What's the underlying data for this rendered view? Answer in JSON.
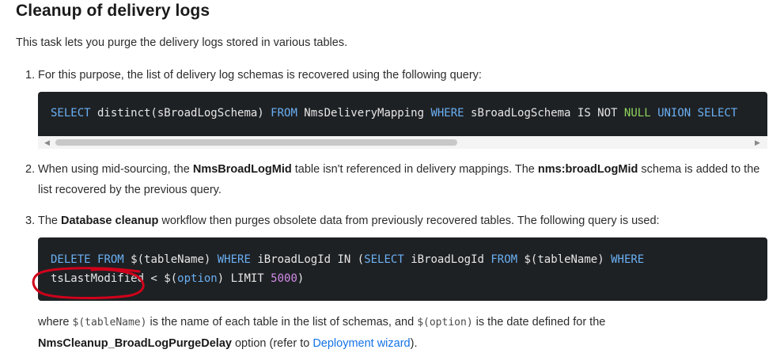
{
  "title": "Cleanup of delivery logs",
  "intro": "This task lets you purge the delivery logs stored in various tables.",
  "steps": [
    {
      "num": "1.",
      "text": "For this purpose, the list of delivery log schemas is recovered using the following query:"
    },
    {
      "num": "2.",
      "text_a": "When using mid-sourcing, the ",
      "bold_a": "NmsBroadLogMid",
      "text_b": " table isn't referenced in delivery mappings. The ",
      "bold_b": "nms:broadLogMid",
      "text_c": " schema is added to the",
      "text_d": "list recovered by the previous query."
    },
    {
      "num": "3.",
      "text_a": "The ",
      "bold_a": "Database cleanup",
      "text_b": " workflow then purges obsolete data from previously recovered tables. The following query is used:"
    }
  ],
  "code1": {
    "t1": "SELECT",
    "t2": " distinct(sBroadLogSchema) ",
    "t3": "FROM",
    "t4": " NmsDeliveryMapping ",
    "t5": "WHERE",
    "t6": " sBroadLogSchema IS NOT ",
    "t7": "NULL",
    "t8": " ",
    "t9": "UNION",
    "t10": " ",
    "t11": "SELECT"
  },
  "code2": {
    "l1a": "DELETE",
    "l1b": " ",
    "l1c": "FROM",
    "l1d": " $(tableName) ",
    "l1e": "WHERE",
    "l1f": " iBroadLogId IN (",
    "l1g": "SELECT",
    "l1h": " iBroadLogId ",
    "l1i": "FROM",
    "l1j": " $(tableName) ",
    "l1k": "WHERE",
    "l2a": "tsLastModified < $(",
    "l2b": "option",
    "l2c": ") LIMIT ",
    "l2d": "5000",
    "l2e": ")"
  },
  "footer": {
    "a": "where ",
    "code_a": "$(tableName)",
    "b": " is the name of each table in the list of schemas, and ",
    "code_b": "$(option)",
    "c": " is the date defined for the",
    "bold": "NmsCleanup_BroadLogPurgeDelay",
    "d": " option (refer to ",
    "link": "Deployment wizard",
    "e": ")."
  },
  "colors": {
    "code_bg": "#1e2124",
    "keyword": "#6ab0f3",
    "null_kw": "#8fd35c",
    "number": "#d28ce8",
    "link": "#1473e6",
    "annotation": "#d0021b"
  },
  "icons": {
    "left_arrow": "◀",
    "right_arrow": "▶"
  }
}
